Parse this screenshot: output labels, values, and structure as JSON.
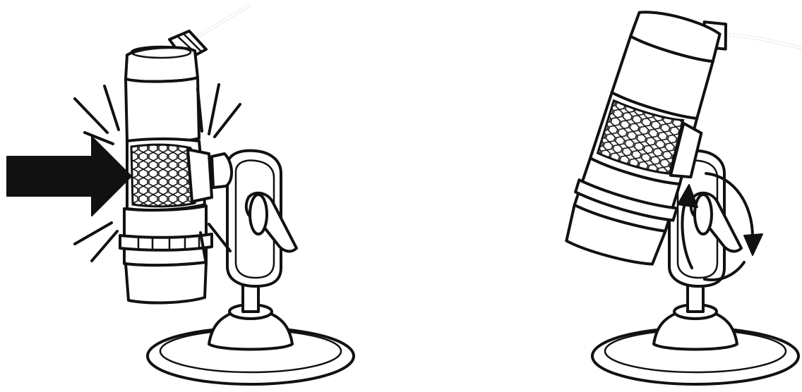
{
  "figure": {
    "panels": [
      {
        "id": "left",
        "state": "press",
        "icons": [
          "microphone-icon",
          "push-arrow-icon",
          "impact-lines-icon",
          "suction-stand-icon"
        ]
      },
      {
        "id": "right",
        "state": "rotate",
        "icons": [
          "microphone-icon",
          "rotate-arrows-icon",
          "suction-stand-icon"
        ]
      }
    ],
    "colors": {
      "ink": "#111111",
      "paper": "#ffffff"
    }
  }
}
